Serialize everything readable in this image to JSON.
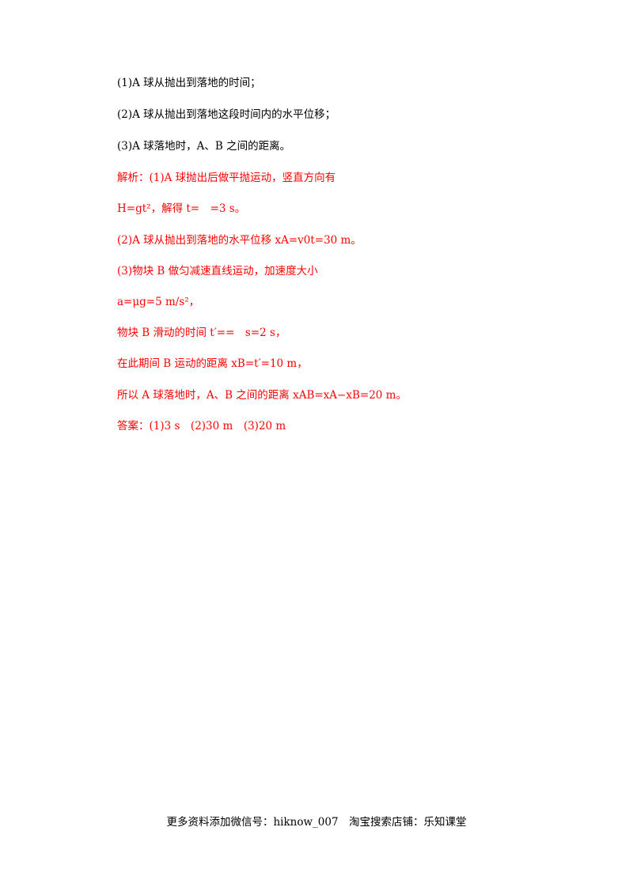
{
  "questions": [
    "(1)A 球从抛出到落地的时间；",
    "(2)A 球从抛出到落地这段时间内的水平位移；",
    "(3)A 球落地时，A、B 之间的距离。"
  ],
  "solution": [
    "解析：(1)A 球抛出后做平抛运动，竖直方向有",
    "H=gt²，解得 t=　=3 s。",
    "(2)A 球从抛出到落地的水平位移 xA=v0t=30 m。",
    "(3)物块 B 做匀减速直线运动，加速度大小",
    "a=μg=5 m/s²，",
    "物块 B 滑动的时间 t′==　s=2 s，",
    "在此期间 B 运动的距离 xB=t′=10 m，",
    "所以 A 球落地时，A、B 之间的距离 xAB=xA−xB=20 m。",
    "答案：(1)3 s　(2)30 m　(3)20 m"
  ],
  "footer": {
    "text": "更多资料添加微信号：hiknow_007　淘宝搜索店铺：乐知课堂"
  },
  "colors": {
    "question_text": "#000000",
    "solution_text": "#ff0000"
  }
}
